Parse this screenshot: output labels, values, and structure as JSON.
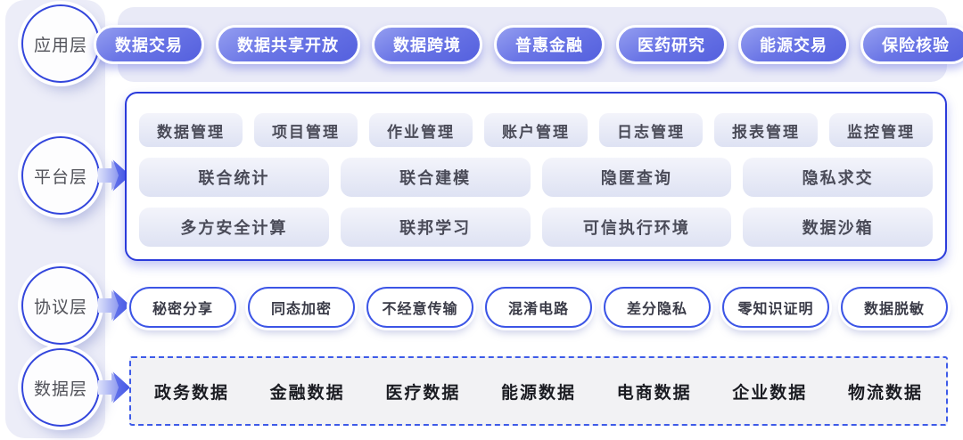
{
  "colors": {
    "accent_blue": "#2B3BDB",
    "app_pill_gradient_start": "#949EF0",
    "app_pill_gradient_end": "#5460DE",
    "rail_bg": "#ECEDF8",
    "app_row_bg": "#E9EAF7",
    "platform_pill_bg": "#DEE2F3",
    "data_box_bg": "#F2F2F4",
    "protocol_border": "#3C55E6",
    "dashed_border": "#3E5BE8"
  },
  "rail": {
    "layers": [
      {
        "label": "应用层"
      },
      {
        "label": "平台层"
      },
      {
        "label": "协议层"
      },
      {
        "label": "数据层"
      }
    ]
  },
  "application_layer": {
    "items": [
      "数据交易",
      "数据共享开放",
      "数据跨境",
      "普惠金融",
      "医药研究",
      "能源交易",
      "保险核验"
    ]
  },
  "platform_layer": {
    "row1": [
      "数据管理",
      "项目管理",
      "作业管理",
      "账户管理",
      "日志管理",
      "报表管理",
      "监控管理"
    ],
    "row2": [
      "联合统计",
      "联合建模",
      "隐匿查询",
      "隐私求交"
    ],
    "row3": [
      "多方安全计算",
      "联邦学习",
      "可信执行环境",
      "数据沙箱"
    ]
  },
  "protocol_layer": {
    "items": [
      "秘密分享",
      "同态加密",
      "不经意传输",
      "混淆电路",
      "差分隐私",
      "零知识证明",
      "数据脱敏"
    ]
  },
  "data_layer": {
    "items": [
      "政务数据",
      "金融数据",
      "医疗数据",
      "能源数据",
      "电商数据",
      "企业数据",
      "物流数据"
    ]
  }
}
